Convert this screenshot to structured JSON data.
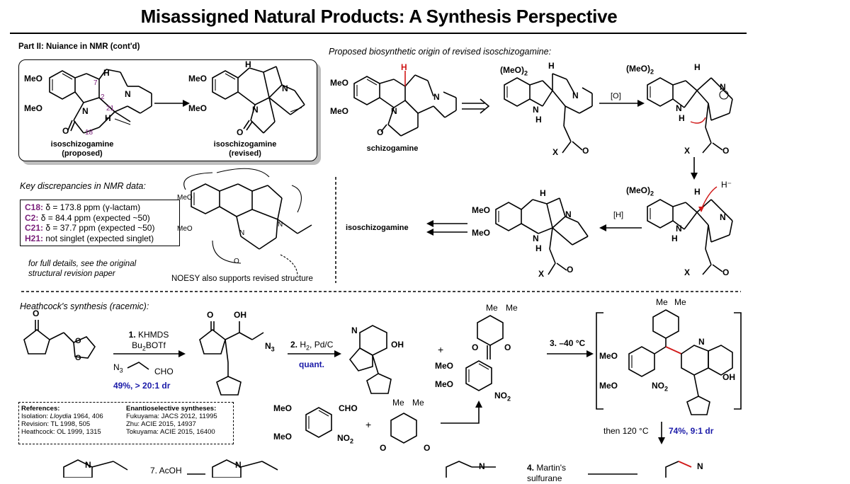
{
  "title": "Misassigned Natural Products: A Synthesis Perspective",
  "part_heading": "Part II: Nuiance in NMR (cont'd)",
  "biosynthesis_heading": "Proposed biosynthetic origin of revised isoschizogamine:",
  "proposed": {
    "name": "isoschizogamine",
    "tag": "(proposed)"
  },
  "revised": {
    "name": "isoschizogamine",
    "tag": "(revised)"
  },
  "schizogamine_label": "schizogamine",
  "isoschizogamine_label": "isoschizogamine",
  "discrepancies": {
    "heading": "Key discrepancies in NMR data:",
    "rows": [
      {
        "key": "C18:",
        "text": "δ = 173.8 ppm (γ-lactam)"
      },
      {
        "key": "C2:",
        "text": "δ = 84.4 ppm (expected ~50)"
      },
      {
        "key": "C21:",
        "text": "δ = 37.7 ppm (expected ~50)"
      },
      {
        "key": "H21:",
        "text": "not singlet (expected singlet)"
      }
    ],
    "note_line1": "for full details, see the original",
    "note_line2": "structural revision paper"
  },
  "noesy_caption": "NOESY also supports revised structure",
  "heathcock_heading": "Heathcock's synthesis (racemic):",
  "steps": {
    "s1_num": "1.",
    "s1_a": "KHMDS",
    "s1_b": "Bu",
    "s1_sub1": "2",
    "s1_c": "BOTf",
    "s1_reagent": "N",
    "s1_reagent_sub": "3",
    "s1_cho": "CHO",
    "s1_yield": "49%, > 20:1 dr",
    "s2_num": "2.",
    "s2_a": "H",
    "s2_sub": "2",
    "s2_b": ", Pd/C",
    "s2_yield": "quant.",
    "s3": "3. –40 °C",
    "then": "then 120 °C",
    "s3_yield": "74%, 9:1 dr",
    "s4_num": "4.",
    "s4_a": "Martin's",
    "s4_b": "sulfurane",
    "s7": "7. AcOH",
    "plus": "+",
    "ox": "[O]",
    "red": "[H]"
  },
  "references": {
    "heading": "References:",
    "isolation_pre": "Isolation: ",
    "isolation_it": "Lloydia",
    "isolation_post": " 1964, 406",
    "revision": "Revision: TL 1998, 505",
    "heathcock": "Heathcock: OL 1999, 1315",
    "enantio_heading": "Enantioselective syntheses:",
    "fukuyama": "Fukuyama: JACS 2012, 11995",
    "zhu": "Zhu: ACIE 2015, 14937",
    "tokuyama": "Tokuyama: ACIE 2015, 16400"
  },
  "atoms": {
    "meo": "MeO",
    "meo2": "(MeO)",
    "sub2": "2",
    "h": "H",
    "n": "N",
    "o": "O",
    "oh": "OH",
    "x": "X",
    "cho": "CHO",
    "no2": "NO",
    "me": "Me",
    "hminus": "H⁻"
  },
  "numbering": {
    "c7": "7",
    "c2": "2",
    "c21": "21",
    "c18": "18"
  },
  "colors": {
    "purple": "#7a1f7a",
    "blue": "#1a1aa8",
    "red": "#d01818"
  }
}
